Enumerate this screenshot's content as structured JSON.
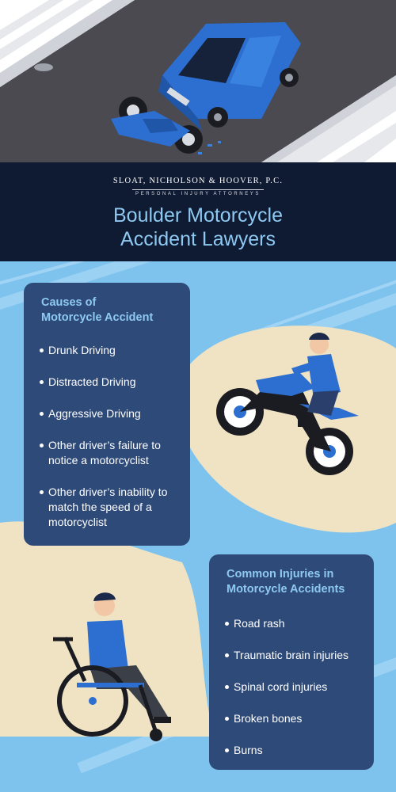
{
  "header": {
    "firm_name": "SLOAT, NICHOLSON & HOOVER, P.C.",
    "firm_tagline": "PERSONAL INJURY ATTORNEYS",
    "title_line1": "Boulder Motorcycle",
    "title_line2": "Accident Lawyers"
  },
  "causes": {
    "heading_line1": "Causes of",
    "heading_line2": "Motorcycle Accident",
    "items": [
      "Drunk Driving",
      "Distracted Driving",
      "Aggressive Driving",
      "Other driver’s failure to notice a motorcyclist",
      "Other driver’s inability to match the speed of a motorcyclist"
    ]
  },
  "injuries": {
    "heading_line1": "Common Injuries in",
    "heading_line2": "Motorcycle Accidents",
    "items": [
      "Road rash",
      "Traumatic brain injuries",
      "Spinal cord injuries",
      "Broken bones",
      "Burns"
    ]
  },
  "colors": {
    "navy": "#0f1a33",
    "card": "#2e4a78",
    "accent": "#8ec9f2",
    "sky": "#7ec3ee",
    "sand": "#efe3c3",
    "vehicle_blue": "#2d6fd0"
  },
  "icons": [
    "crash-illustration",
    "motocross-rider-illustration",
    "wheelchair-person-illustration"
  ]
}
